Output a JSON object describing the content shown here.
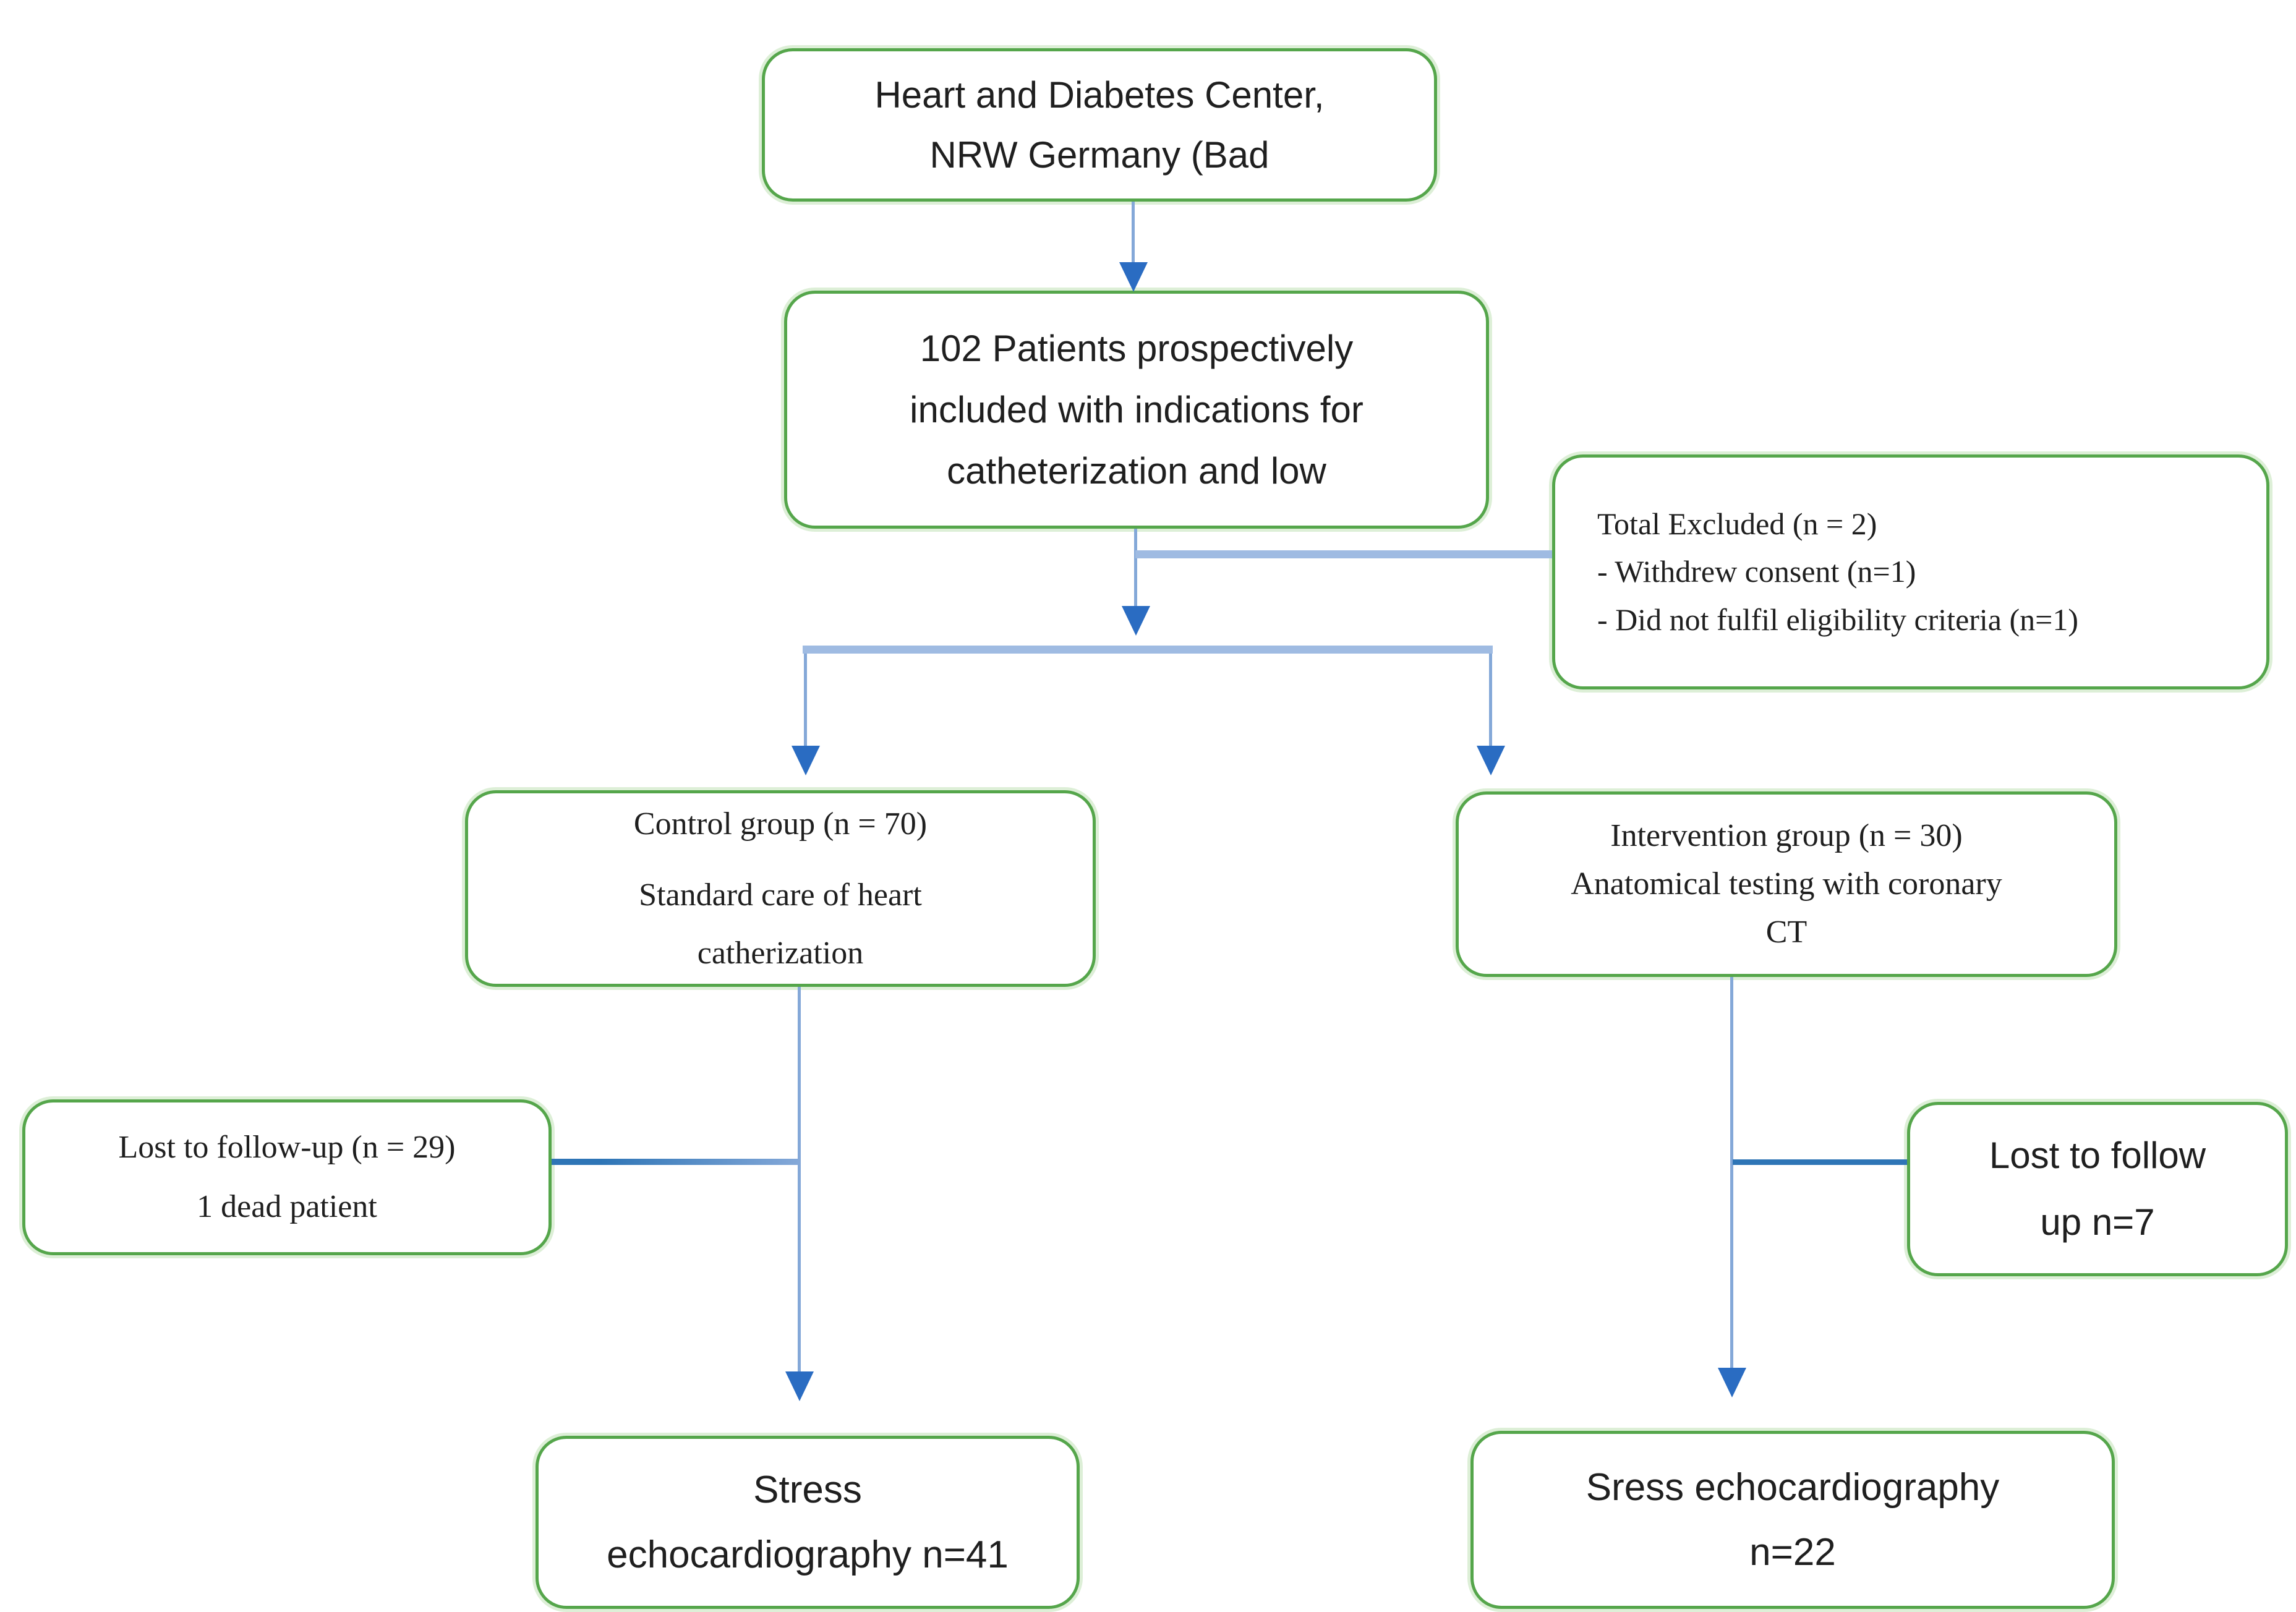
{
  "nodes": {
    "site": {
      "line1": "Heart and Diabetes Center,",
      "line2": "NRW Germany (Bad"
    },
    "enrolled": {
      "line1": "102 Patients prospectively",
      "line2": "included with indications for",
      "line3": "catheterization and low"
    },
    "excluded": {
      "line1": "Total Excluded (n = 2)",
      "line2": "- Withdrew consent (n=1)",
      "line3": "- Did not fulfil eligibility criteria (n=1)"
    },
    "control": {
      "line1": "Control group (n = 70)",
      "line2": "Standard care of heart",
      "line3": "catherization"
    },
    "intervention": {
      "line1": "Intervention group (n = 30)",
      "line2": "Anatomical testing with coronary",
      "line3": "CT"
    },
    "lost_control": {
      "line1": "Lost to follow-up (n = 29)",
      "line2": "1 dead patient"
    },
    "lost_intervention": {
      "line1": "Lost to follow",
      "line2": "up n=7"
    },
    "stress_control": {
      "line1": "Stress",
      "line2": "echocardiography n=41"
    },
    "stress_intervention": {
      "line1": "Sress echocardiography",
      "line2": "n=22"
    }
  },
  "colors": {
    "green-border": "#55a64b",
    "green-glow": "#ddefd7",
    "line-light": "#84a8d8",
    "line-thick": "#9fbbe2",
    "line-dark": "#2e75b6",
    "arrow-head": "#2a6cc2",
    "text-dark": "#1f1f1f"
  }
}
